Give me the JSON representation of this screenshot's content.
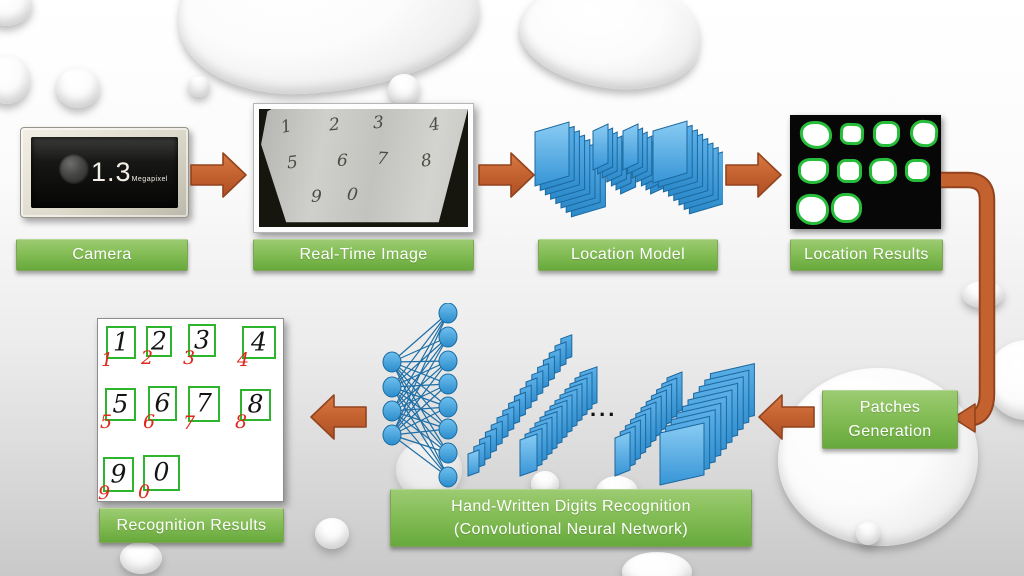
{
  "slide": {
    "stages": {
      "camera": {
        "label": "Camera"
      },
      "realtime": {
        "label": "Real-Time Image"
      },
      "location_model": {
        "label": "Location Model"
      },
      "location_results": {
        "label": "Location Results"
      },
      "patches": {
        "label_line1": "Patches",
        "label_line2": "Generation"
      },
      "cnn": {
        "label_line1": "Hand-Written Digits Recognition",
        "label_line2": "(Convolutional Neural Network)"
      },
      "recognition": {
        "label": "Recognition Results"
      }
    },
    "camera_device": {
      "big_text": "1.3",
      "small_text": "Megapixel"
    },
    "realtime_digits": [
      "1",
      "2",
      "3",
      "4",
      "5",
      "6",
      "7",
      "8",
      "9",
      "0"
    ],
    "recognition_cells": [
      {
        "digit": "1",
        "red": "1"
      },
      {
        "digit": "2",
        "red": "2"
      },
      {
        "digit": "3",
        "red": "3"
      },
      {
        "digit": "4",
        "red": "4"
      },
      {
        "digit": "5",
        "red": "5"
      },
      {
        "digit": "6",
        "red": "6"
      },
      {
        "digit": "7",
        "red": "7"
      },
      {
        "digit": "8",
        "red": "8"
      },
      {
        "digit": "9",
        "red": "9"
      },
      {
        "digit": "0",
        "red": "0"
      }
    ],
    "ellipsis": "...",
    "colors": {
      "label_green": "#7ab64e",
      "arrow_orange": "#c4622f",
      "model_blue": "#3e9bdd",
      "detection_outline_green": "#27bd3b",
      "annotation_red": "#df271c"
    }
  }
}
